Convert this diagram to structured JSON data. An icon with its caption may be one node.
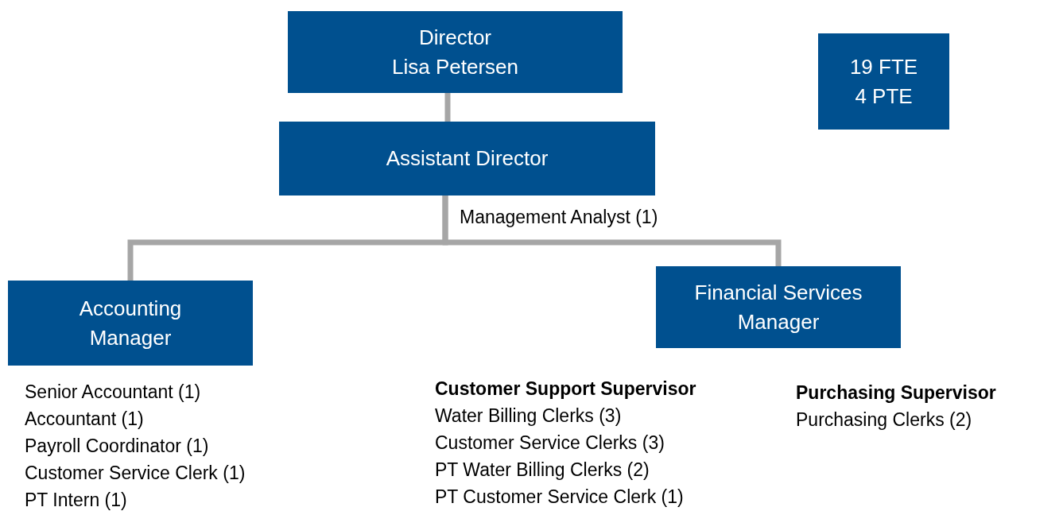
{
  "diagram": {
    "nodes": [
      {
        "text": [
          "Director",
          "Lisa Petersen"
        ]
      },
      {
        "text": [
          "19 FTE",
          "4 PTE"
        ]
      },
      {
        "text": [
          "Assistant Director"
        ],
        "beside": [
          "Management Analyst (1)"
        ]
      },
      {
        "text": [
          "Accounting Manager"
        ],
        "beside": [
          "Senior Accountant (1)",
          "Accountant (1)",
          "Payroll Coordinator (1)",
          "Customer Service Clerk (1)",
          "PT Intern (1)"
        ]
      },
      {
        "text": [
          "Financial Services Manager"
        ]
      }
    ],
    "edges": [
      {
        "from": 0,
        "to": 2,
        "arrow": "none"
      },
      {
        "from": 2,
        "to": 3,
        "arrow": "none"
      },
      {
        "from": 2,
        "to": 4,
        "arrow": "none"
      }
    ],
    "labels": [
      "Customer Support Supervisor",
      "Water Billing Clerks (3)",
      "Customer Service Clerks (3)",
      "PT Water Billing Clerks (2)",
      "PT Customer Service Clerk (1)",
      "Purchasing Supervisor",
      "Purchasing Clerks (2)"
    ]
  }
}
